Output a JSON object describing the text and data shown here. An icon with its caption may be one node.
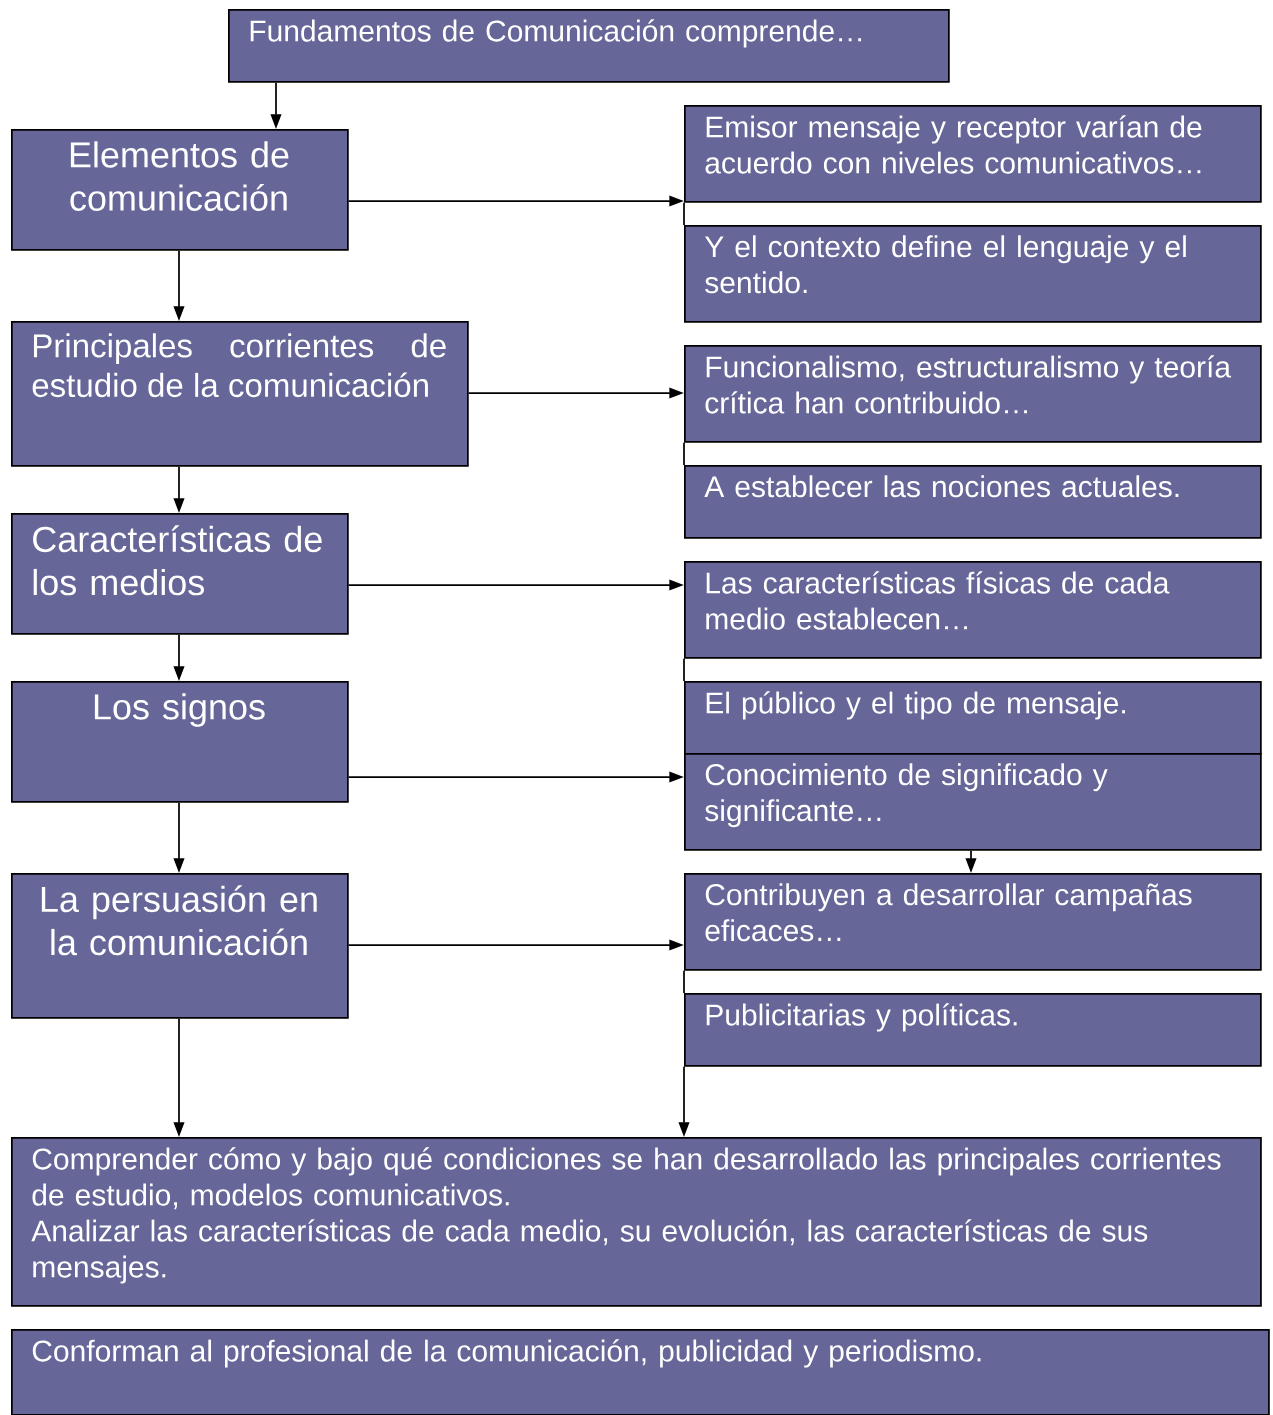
{
  "diagram": {
    "nodes": [
      {
        "text": [
          "Fundamentos de Comunicación comprende…"
        ]
      },
      {
        "text": [
          "Elementos de comunicación"
        ]
      },
      {
        "text": [
          "Principales corrientes de estudio de la comunicación"
        ]
      },
      {
        "text": [
          "Características de los medios"
        ]
      },
      {
        "text": [
          "Los signos"
        ]
      },
      {
        "text": [
          "La persuasión en la comunicación"
        ]
      },
      {
        "text": [
          "Emisor mensaje y receptor varían de acuerdo con niveles comunicativos…"
        ]
      },
      {
        "text": [
          "Y el contexto define el lenguaje y el sentido."
        ]
      },
      {
        "text": [
          "Funcionalismo, estructuralismo y teoría crítica han contribuido…"
        ]
      },
      {
        "text": [
          "A establecer las nociones actuales."
        ]
      },
      {
        "text": [
          "Las características físicas de cada medio establecen…"
        ]
      },
      {
        "text": [
          "El público y el tipo de mensaje."
        ]
      },
      {
        "text": [
          "Conocimiento de significado y significante…"
        ]
      },
      {
        "text": [
          "Contribuyen a desarrollar campañas eficaces…"
        ]
      },
      {
        "text": [
          "Publicitarias y políticas."
        ]
      },
      {
        "text": [
          "Comprender cómo y bajo qué condiciones se han desarrollado las principales corrientes de estudio, modelos comunicativos.",
          "Analizar las características de cada medio, su evolución, las características de sus mensajes."
        ]
      },
      {
        "text": [
          "Conforman al profesional de la comunicación, publicidad y periodismo."
        ]
      }
    ],
    "edges": [
      {
        "from": 0,
        "to": 1,
        "arrow": "to"
      },
      {
        "from": 1,
        "to": 2,
        "arrow": "to"
      },
      {
        "from": 2,
        "to": 3,
        "arrow": "to"
      },
      {
        "from": 3,
        "to": 4,
        "arrow": "to"
      },
      {
        "from": 4,
        "to": 5,
        "arrow": "to"
      },
      {
        "from": 5,
        "to": 15,
        "arrow": "to"
      },
      {
        "from": 1,
        "to": 6,
        "arrow": "to"
      },
      {
        "from": 2,
        "to": 8,
        "arrow": "to"
      },
      {
        "from": 3,
        "to": 10,
        "arrow": "to"
      },
      {
        "from": 4,
        "to": 12,
        "arrow": "to"
      },
      {
        "from": 5,
        "to": 13,
        "arrow": "to"
      },
      {
        "from": 6,
        "to": 7,
        "arrow": "none"
      },
      {
        "from": 8,
        "to": 9,
        "arrow": "none"
      },
      {
        "from": 10,
        "to": 11,
        "arrow": "none"
      },
      {
        "from": 12,
        "to": 13,
        "arrow": "to"
      },
      {
        "from": 13,
        "to": 14,
        "arrow": "none"
      },
      {
        "from": 14,
        "to": 15,
        "arrow": "to"
      }
    ]
  }
}
